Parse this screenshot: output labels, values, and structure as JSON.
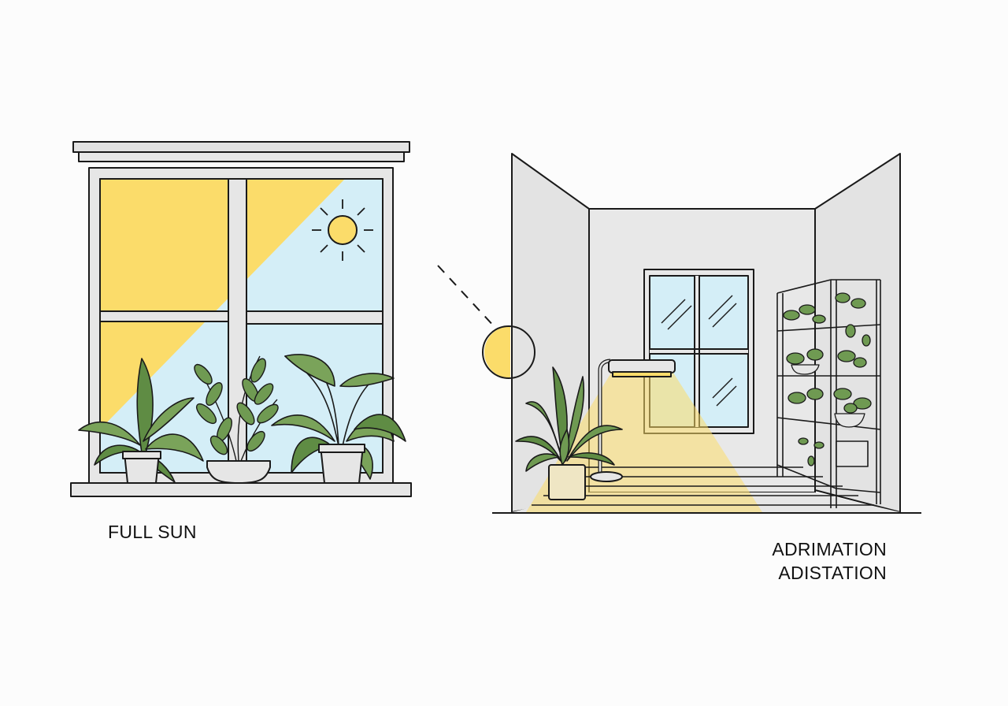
{
  "labels": {
    "left_scene": "FULL SUN",
    "right_scene_line1": "ADRIMATION",
    "right_scene_line2": "ADISTATION"
  },
  "colors": {
    "sunlight": "#fbdc6a",
    "sky": "#d4eef7",
    "wall": "#e4e4e4",
    "leaf": "#7aa35a",
    "leaf_dark": "#4f7a3a",
    "outline": "#1a1a1a"
  }
}
